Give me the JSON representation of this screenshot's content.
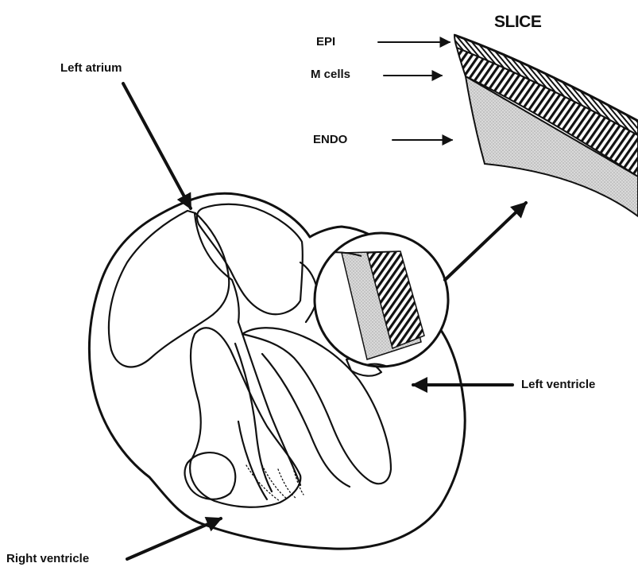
{
  "labels": {
    "slice": "SLICE",
    "epi": "EPI",
    "m_cells": "M cells",
    "endo": "ENDO",
    "left_atrium": "Left atrium",
    "left_ventricle": "Left ventricle",
    "right_ventricle": "Right ventricle"
  },
  "colors": {
    "ink": "#111111",
    "background": "#ffffff",
    "endo_stipple": "#cfcfcf"
  }
}
